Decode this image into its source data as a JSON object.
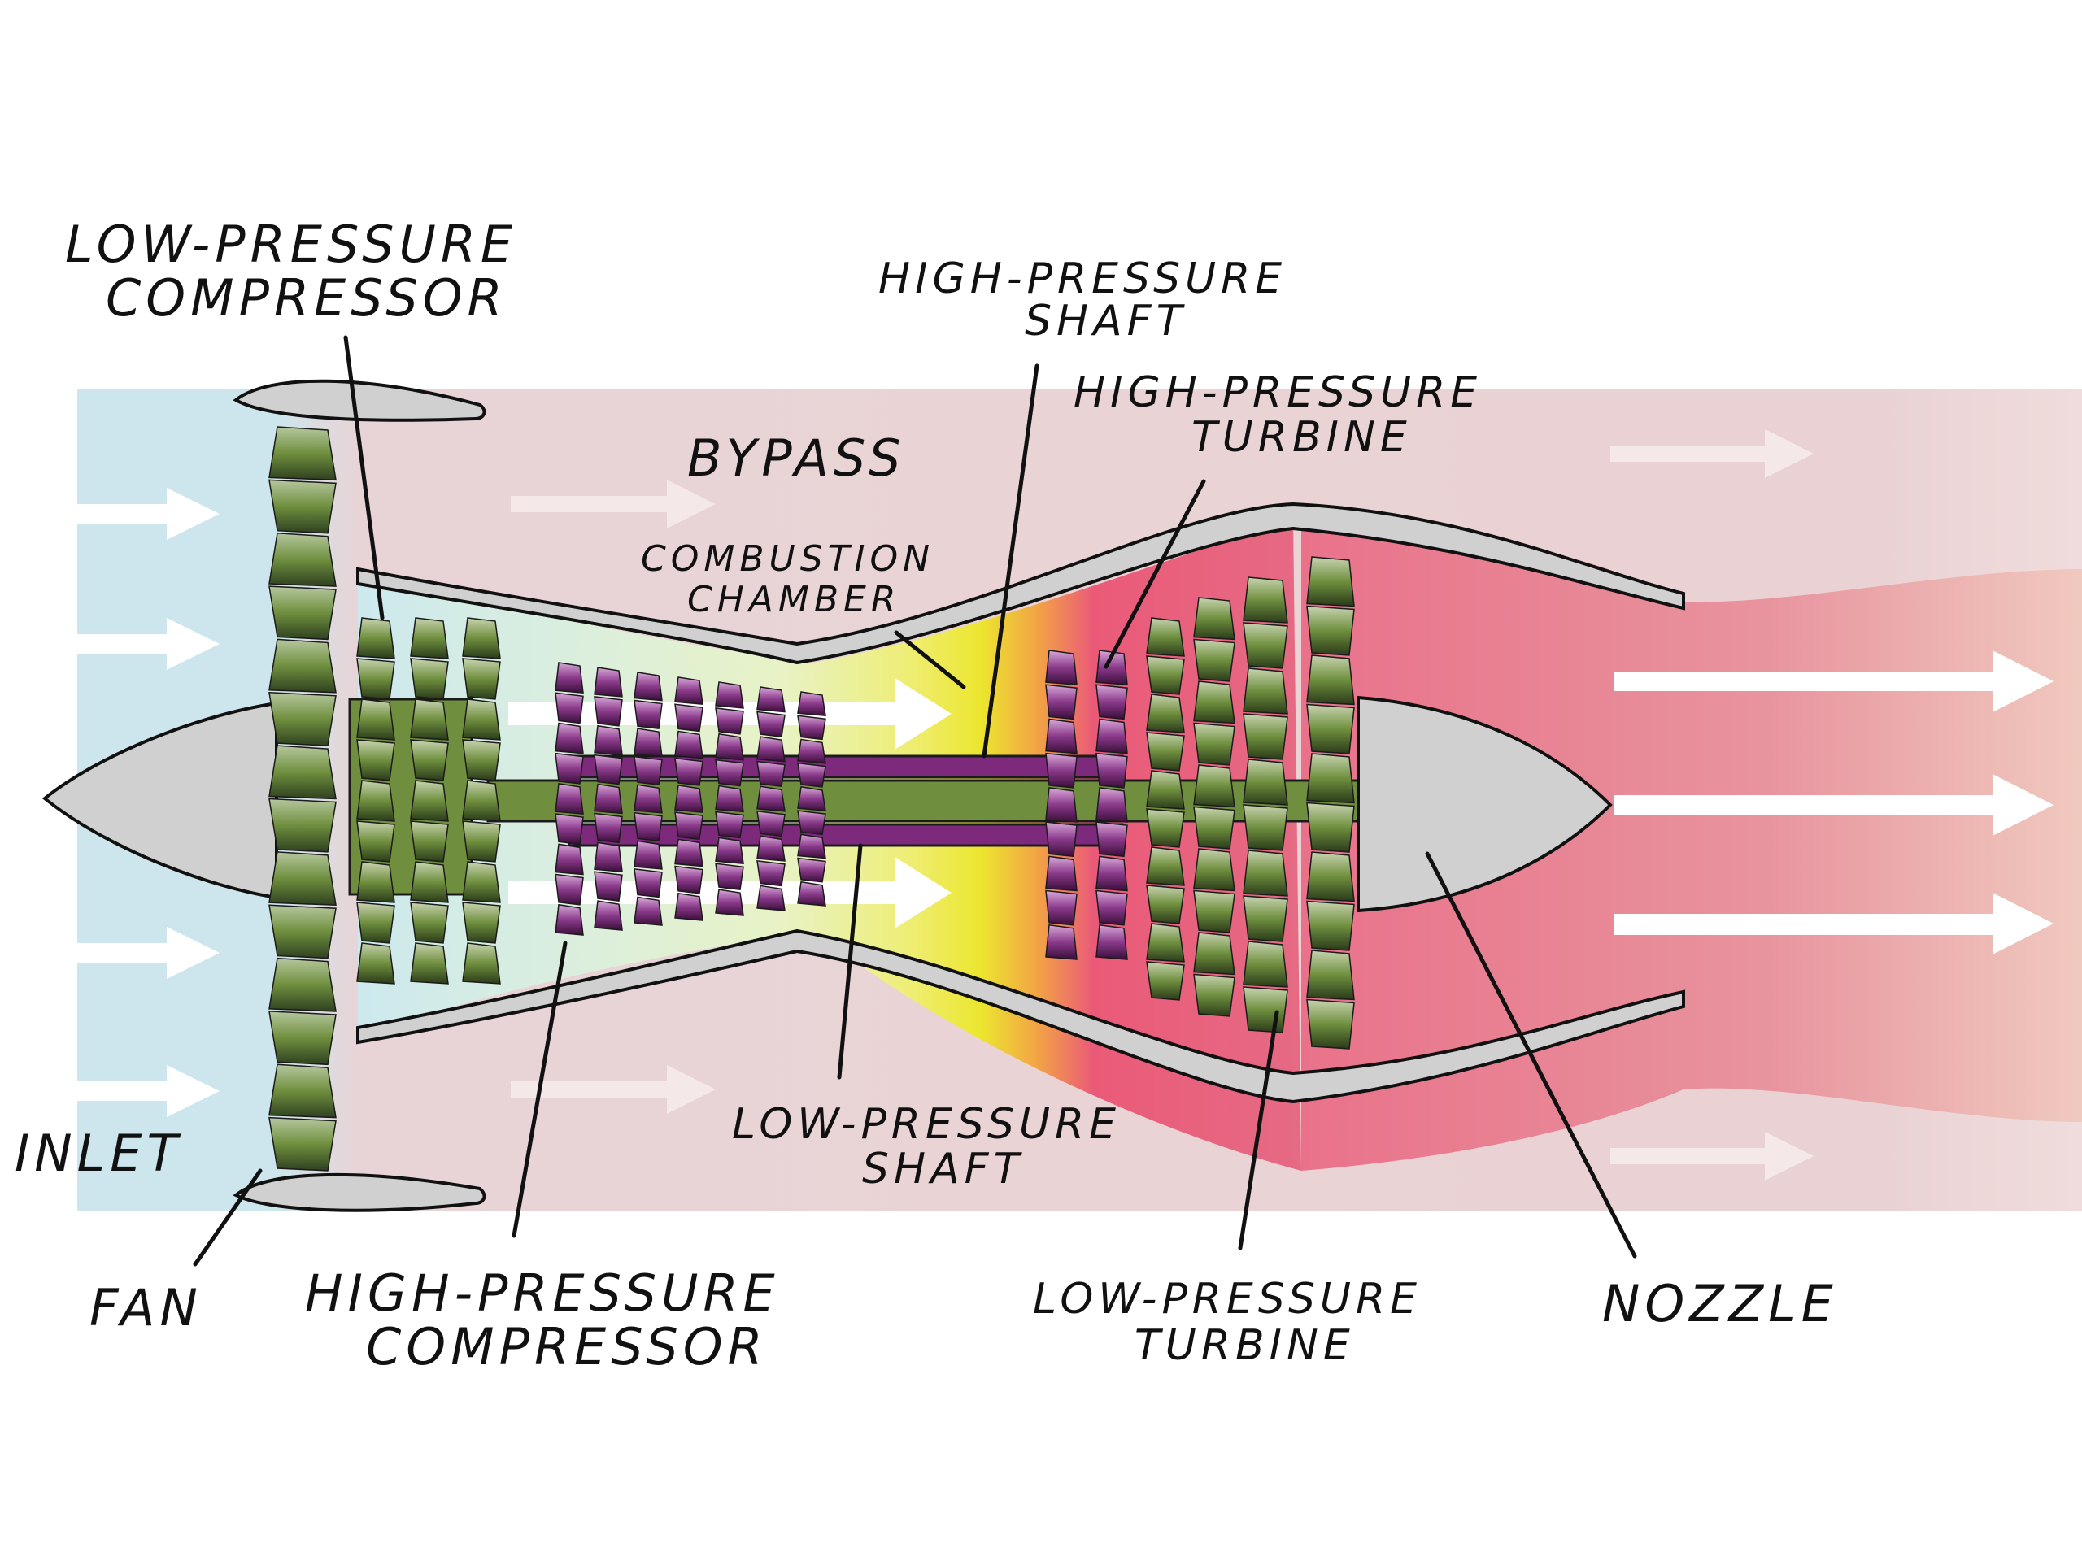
{
  "labels": {
    "lp_compressor_1": "LOW-PRESSURE",
    "lp_compressor_2": "COMPRESSOR",
    "hp_shaft_1": "HIGH-PRESSURE",
    "hp_shaft_2": "SHAFT",
    "hp_turbine_1": "HIGH-PRESSURE",
    "hp_turbine_2": "TURBINE",
    "bypass": "BYPASS",
    "combustion_1": "COMBUSTION",
    "combustion_2": "CHAMBER",
    "inlet": "INLET",
    "fan": "FAN",
    "hp_compressor_1": "HIGH-PRESSURE",
    "hp_compressor_2": "COMPRESSOR",
    "lp_shaft_1": "LOW-PRESSURE",
    "lp_shaft_2": "SHAFT",
    "lp_turbine_1": "LOW-PRESSURE",
    "lp_turbine_2": "TURBINE",
    "nozzle": "NOZZLE"
  },
  "colors": {
    "inlet_air": "#cde5ec",
    "bypass_air": "#e8d4d6",
    "hot_gas": "#e66a84",
    "combustion": "#ecea35",
    "casing": "#d0d0d0",
    "lp_spool": "#6f8f3e",
    "hp_spool": "#7d2a7d",
    "arrow": "#ffffff"
  }
}
